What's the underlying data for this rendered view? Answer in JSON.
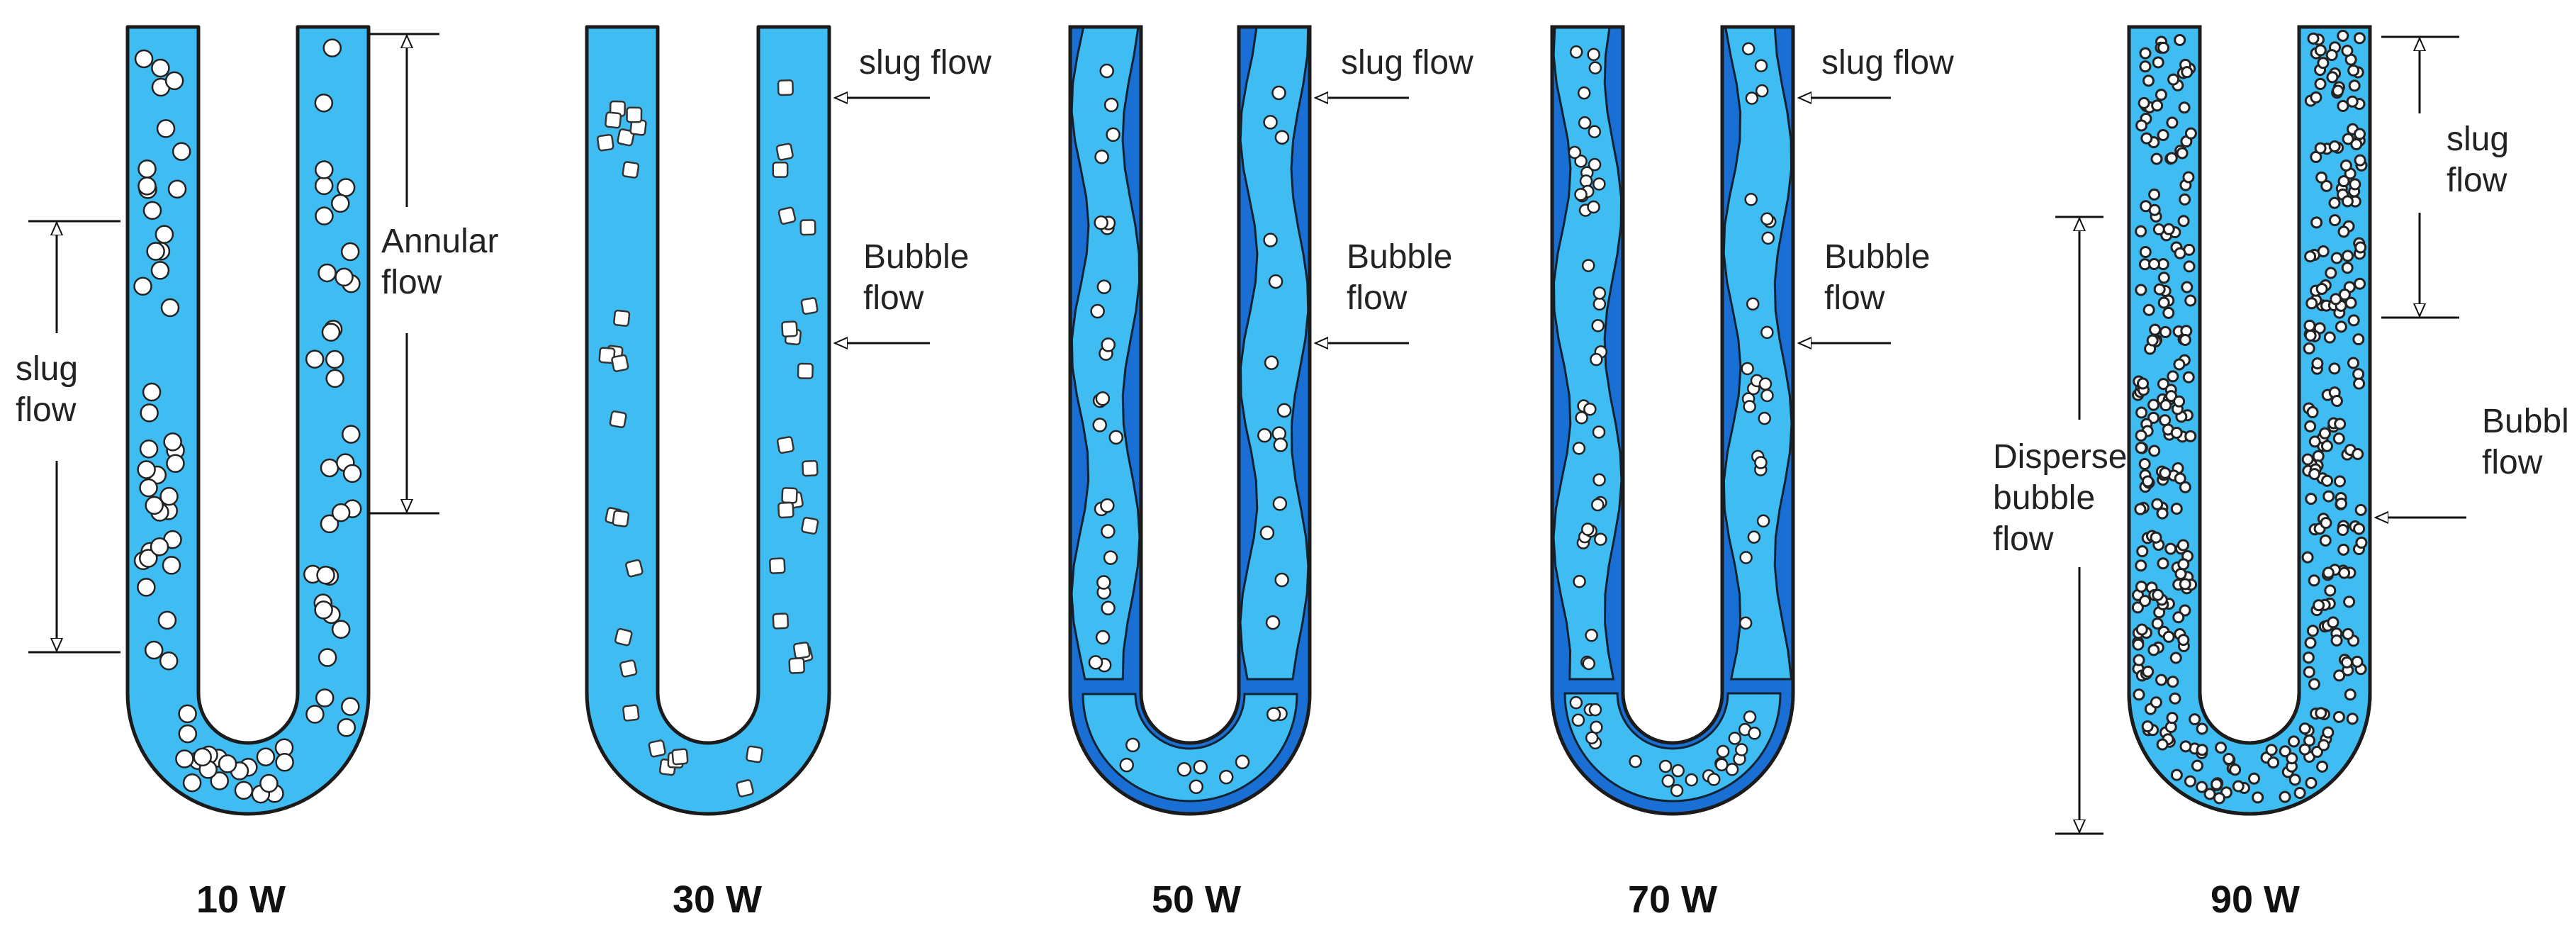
{
  "colors": {
    "liquid": "#3fbdf2",
    "liquid_dark": "#1f7fe0",
    "film": "#1a6fd4",
    "outline": "#1b1b1b",
    "bubble_fill": "#ffffff",
    "text": "#222222"
  },
  "panels": [
    {
      "title": "10 W",
      "pattern": "large round bubbles",
      "annotations": [
        "slug flow",
        "Annular flow"
      ]
    },
    {
      "title": "30 W",
      "pattern": "square bubbles",
      "annotations": [
        "slug flow",
        "Bubble flow"
      ]
    },
    {
      "title": "50 W",
      "pattern": "wavy vapour film with bubbles",
      "annotations": [
        "slug flow",
        "Bubble flow"
      ]
    },
    {
      "title": "70 W",
      "pattern": "wavy vapour film with bubbles",
      "annotations": [
        "slug flow",
        "Bubble flow"
      ]
    },
    {
      "title": "90 W",
      "pattern": "dense small bubbles",
      "annotations": [
        "slug flow",
        "Disperse bubble flow",
        "Bubble flow"
      ]
    }
  ],
  "labels": {
    "p1_slug": "slug\nflow",
    "p1_annular": "Annular\nflow",
    "p2_slug": "slug flow",
    "p2_bubble": "Bubble\nflow",
    "p3_slug": "slug flow",
    "p3_bubble": "Bubble\nflow",
    "p4_slug": "slug flow",
    "p4_bubble": "Bubble\nflow",
    "p5_slug": "slug\nflow",
    "p5_disperse": "Disperse\nbubble\nflow",
    "p5_bubble": "Bubble\nflow"
  }
}
